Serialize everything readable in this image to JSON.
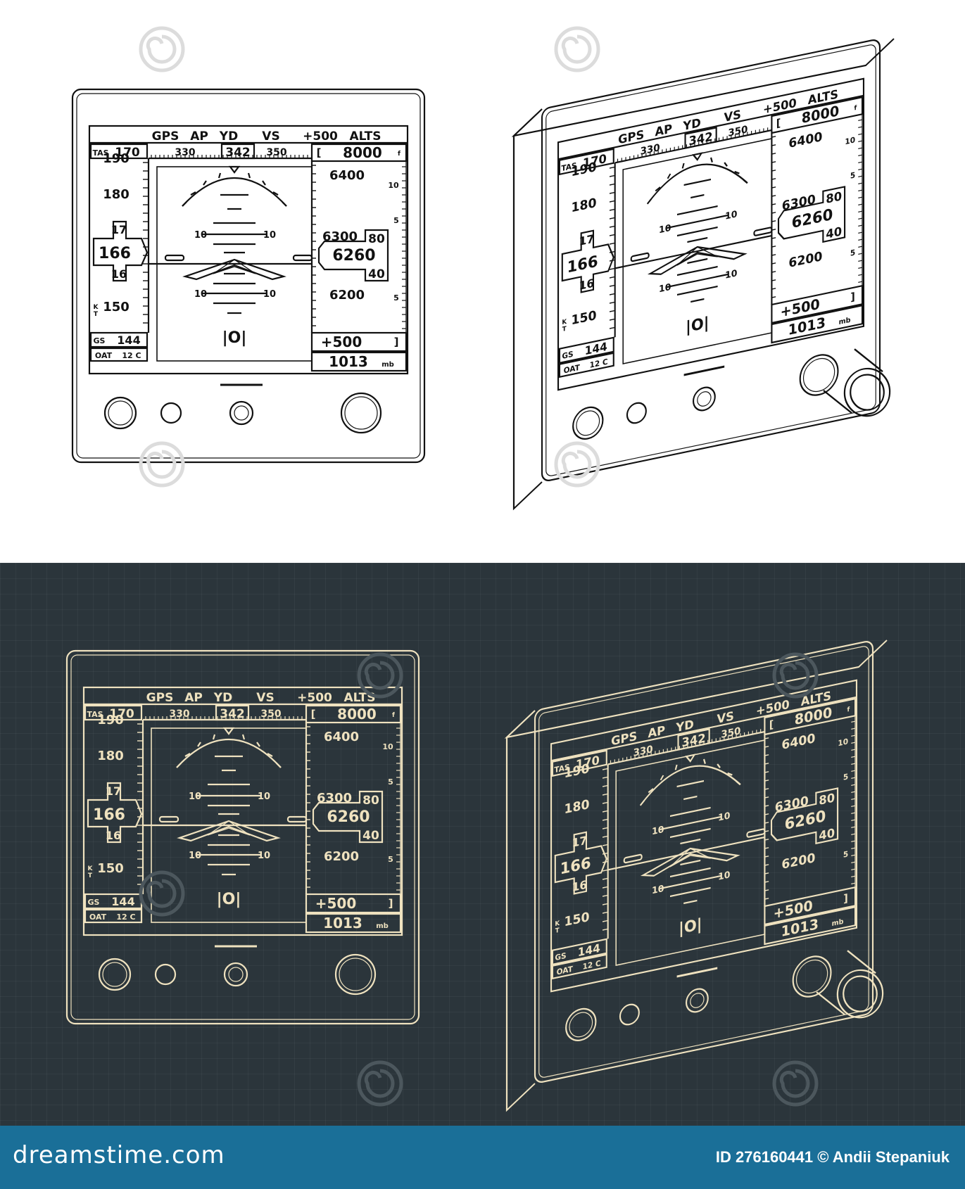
{
  "colors": {
    "light_bg": "#ffffff",
    "dark_bg": "#2b353b",
    "ink_light": "#111111",
    "ink_dark": "#efe2bf",
    "footer": "#1a6f98"
  },
  "display": {
    "annunciators": [
      "GPS",
      "AP",
      "YD",
      "VS",
      "+500",
      "ALTS"
    ],
    "tas_label": "TAS",
    "tas_value": "170",
    "tas_unit": "kt",
    "heading_left": "330",
    "heading_value": "342",
    "heading_right": "350",
    "selected_altitude": "8000",
    "alt_unit": "ft",
    "speed_tape": [
      "190",
      "180",
      "150"
    ],
    "speed_roller_top": "17",
    "speed_current": "166",
    "speed_roller_bottom": "16",
    "speed_unit": "KT",
    "pitch_labels": [
      "10",
      "10",
      "10",
      "10"
    ],
    "alt_tape": [
      "6400",
      "6300",
      "6200"
    ],
    "alt_current": "6260",
    "alt_roller_top": "80",
    "alt_roller_bottom": "40",
    "vsi_scale": [
      "10",
      "5",
      "5"
    ],
    "gs_label": "GS",
    "gs_value": "144",
    "oat_label": "OAT",
    "oat_value": "12 C",
    "vs_target": "+500",
    "baro_value": "1013",
    "baro_unit": "mb",
    "logo": "|O|"
  },
  "icons": [
    "knob-icon",
    "button-icon",
    "dreamstime-spiral-icon"
  ],
  "footer": {
    "brand": "dreamstime.com",
    "credit": "ID 276160441 © Andii Stepaniuk"
  }
}
